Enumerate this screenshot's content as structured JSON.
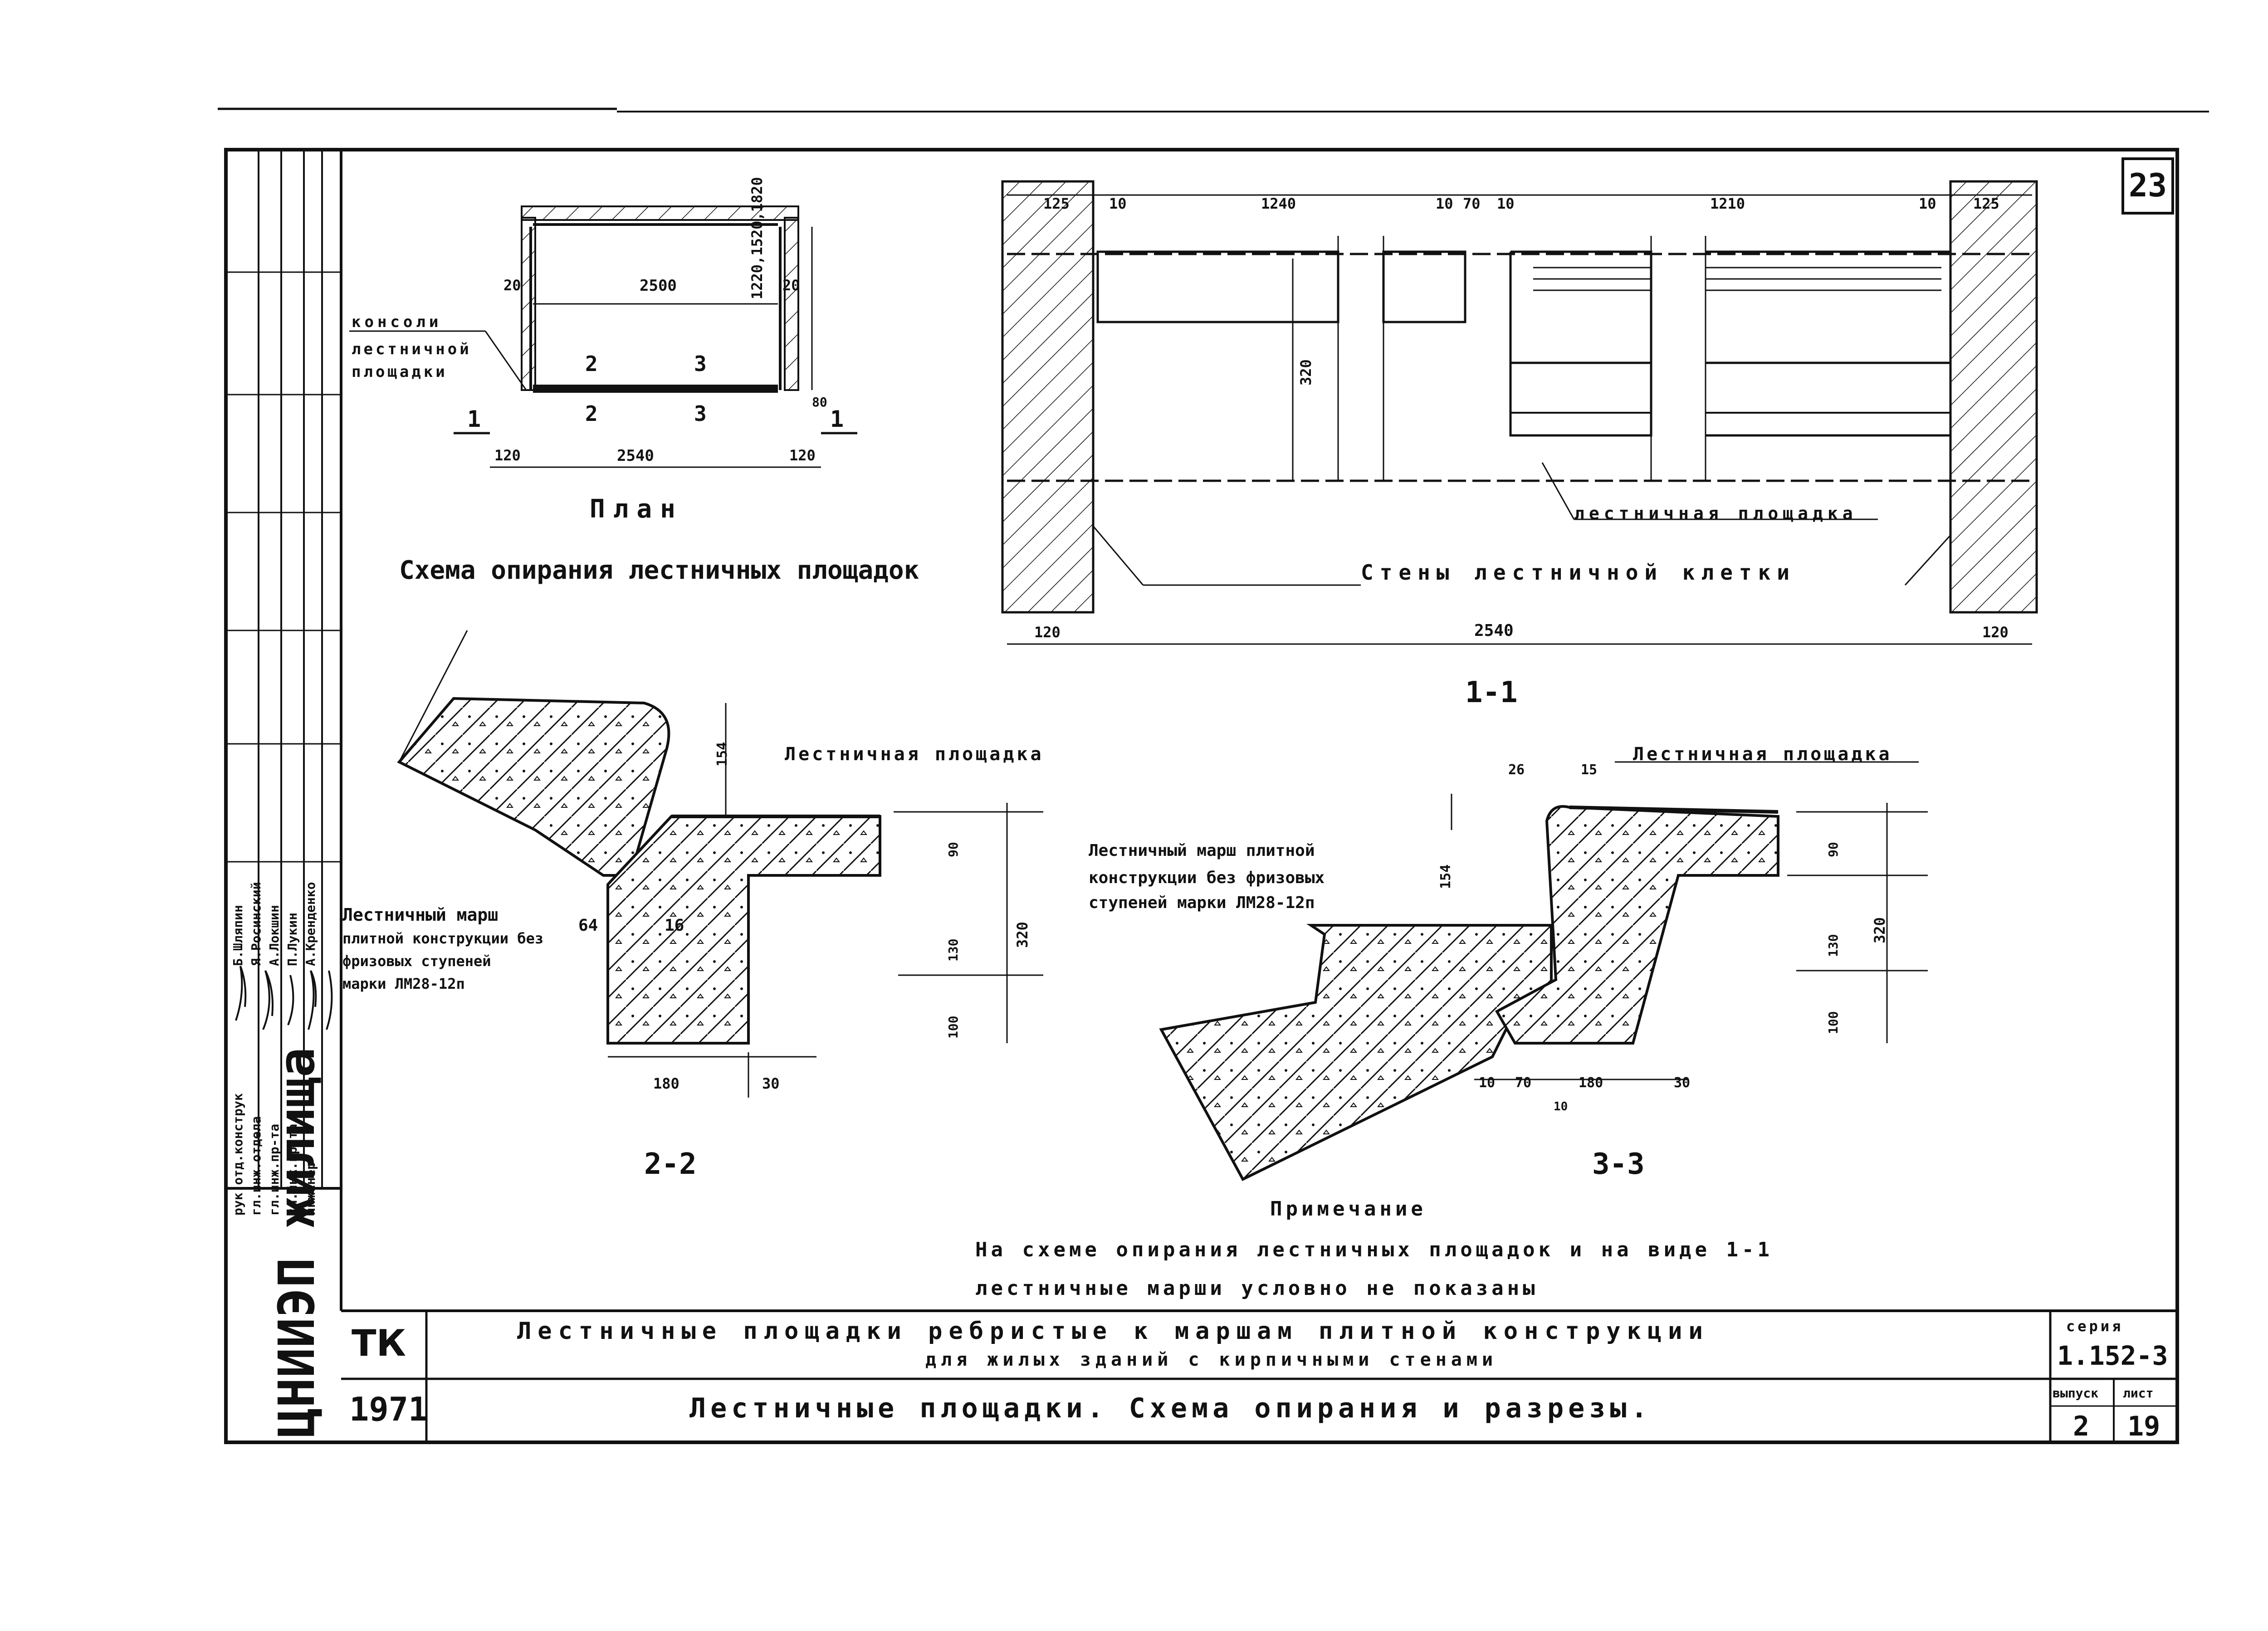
{
  "sheet": {
    "page_number": "23",
    "series_label": "серия",
    "series_value": "1.152-3",
    "issue_label": "выпуск",
    "issue_value": "2",
    "sheet_label": "лист",
    "sheet_value": "19",
    "org_code": "ТК",
    "year": "1971",
    "title_line1": "Лестничные площадки ребристые к маршам плитной конструкции",
    "title_line2": "для жилых зданий с кирпичными стенами",
    "sheet_title": "Лестничные площадки. Схема опирания и разрезы."
  },
  "stamp": {
    "org_name": "ЦНИИЭП жилища",
    "rows": [
      {
        "role": "рук.отд.конструк",
        "name": "Б.Шляпин"
      },
      {
        "role": "гл.инж.отдела",
        "name": "Я.Росинский"
      },
      {
        "role": "гл.инж.пр-та",
        "name": "А.Локшин"
      },
      {
        "role": "гл.инж.пр-та",
        "name": "П.Лукин"
      },
      {
        "role": "инженер",
        "name": "А.Кренденко"
      }
    ]
  },
  "plan": {
    "title": "План",
    "caption": "Схема опирания лестничных площадок",
    "console_label_1": "консоли",
    "console_label_2": "лестничной",
    "console_label_3": "площадки",
    "dims": {
      "inner": "2500",
      "outer": "2540",
      "left_wall": "120",
      "right_wall": "120",
      "left_gap": "20",
      "right_gap": "20",
      "side": "1220,1520,1820",
      "bottom": "80"
    },
    "cut_marks": {
      "a": "1",
      "b": "1",
      "c2": "2",
      "c2b": "2",
      "c3": "3",
      "c3b": "3"
    }
  },
  "section_1_1": {
    "title": "1-1",
    "landing_label": "лестничная площадка",
    "walls_label": "Стены лестничной клетки",
    "dims": {
      "wall_left": "125",
      "gap_a": "10",
      "span_left": "1240",
      "gap_b": "10",
      "mid": "70",
      "gap_c": "10",
      "span_right": "1210",
      "gap_d": "10",
      "wall_right": "125",
      "height": "320",
      "overall": "2540",
      "base_left": "120",
      "base_right": "120"
    }
  },
  "section_2_2": {
    "title": "2-2",
    "landing_label": "Лестничная площадка",
    "flight_label_1": "Лестничный марш",
    "flight_label_2": "плитной конструкции без",
    "flight_label_3": "фризовых ступеней",
    "flight_label_4": "марки ЛМ28-12п",
    "dims": {
      "top": "154",
      "d90": "90",
      "d130": "130",
      "d100": "100",
      "total": "320",
      "w180": "180",
      "w30": "30",
      "s64": "64",
      "s16": "16"
    }
  },
  "section_3_3": {
    "title": "3-3",
    "landing_label": "Лестничная площадка",
    "flight_label_1": "Лестничный марш плитной",
    "flight_label_2": "конструкции без фризовых",
    "flight_label_3": "ступеней марки ЛМ28-12п",
    "dims": {
      "d26": "26",
      "d15": "15",
      "top": "154",
      "d90": "90",
      "d130": "130",
      "d100": "100",
      "total": "320",
      "b10": "10",
      "b70": "70",
      "b180": "180",
      "b30": "30",
      "b10b": "10"
    }
  },
  "note": {
    "heading": "Примечание",
    "line1": "На схеме опирания лестничных площадок и на виде 1-1",
    "line2": "лестничные марши условно не показаны"
  }
}
